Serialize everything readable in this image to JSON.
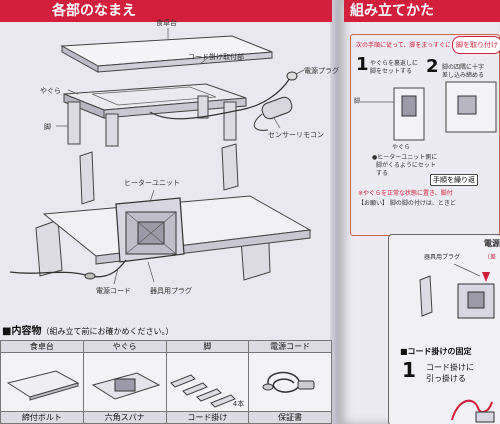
{
  "left_header": "各部のなまえ",
  "right_header": "組み立てかた",
  "parts": {
    "tabletop": "食卓台",
    "cord_hook": "コード掛け取付部",
    "yagura": "やぐら",
    "power_plug": "電源プラグ",
    "leg": "脚",
    "sensor_remote": "センサーリモコン",
    "heater_unit": "ヒーターユニット",
    "power_cord": "電源コード",
    "appliance_plug": "器具用プラグ"
  },
  "contents": {
    "title": "■内容物",
    "subtitle": "（組み立て前にお確かめください。）",
    "row1": [
      "食卓台",
      "やぐら",
      "脚",
      "電源コード"
    ],
    "leg_count": "4本",
    "row2": [
      "締付ボルト",
      "六角スパナ",
      "コード掛け",
      "保証書"
    ]
  },
  "right": {
    "intro": "次の手順に従って、脚をまっすぐに取り付けてください。",
    "pill": "脚を取り付け",
    "step1_num": "1",
    "step1_text_a": "やぐらを裏返しに",
    "step1_text_b": "脚をセットする",
    "step2_num": "2",
    "step2_text_a": "脚の四隅に十字",
    "step2_text_b": "差し込み締める",
    "leg_lbl": "脚",
    "yagura_lbl": "やぐら",
    "bullet1_a": "●ヒーターユニット側に",
    "bullet1_b": "脚がくるようにセット",
    "bullet1_c": "する",
    "hand_note": "手順を繰り返",
    "warn_red": "※やぐらを正常な状態に置き、脚付",
    "onegai": "【お願い】 脚の脚の付けは、ときど",
    "dengen_head": "電源",
    "appliance_plug_lbl": "器具用プラグ",
    "aside_lbl": "（差",
    "cord_section": "■コード掛けの固定",
    "step_c1_num": "1",
    "step_c1_a": "コード掛けに",
    "step_c1_b": "引っ掛ける"
  }
}
